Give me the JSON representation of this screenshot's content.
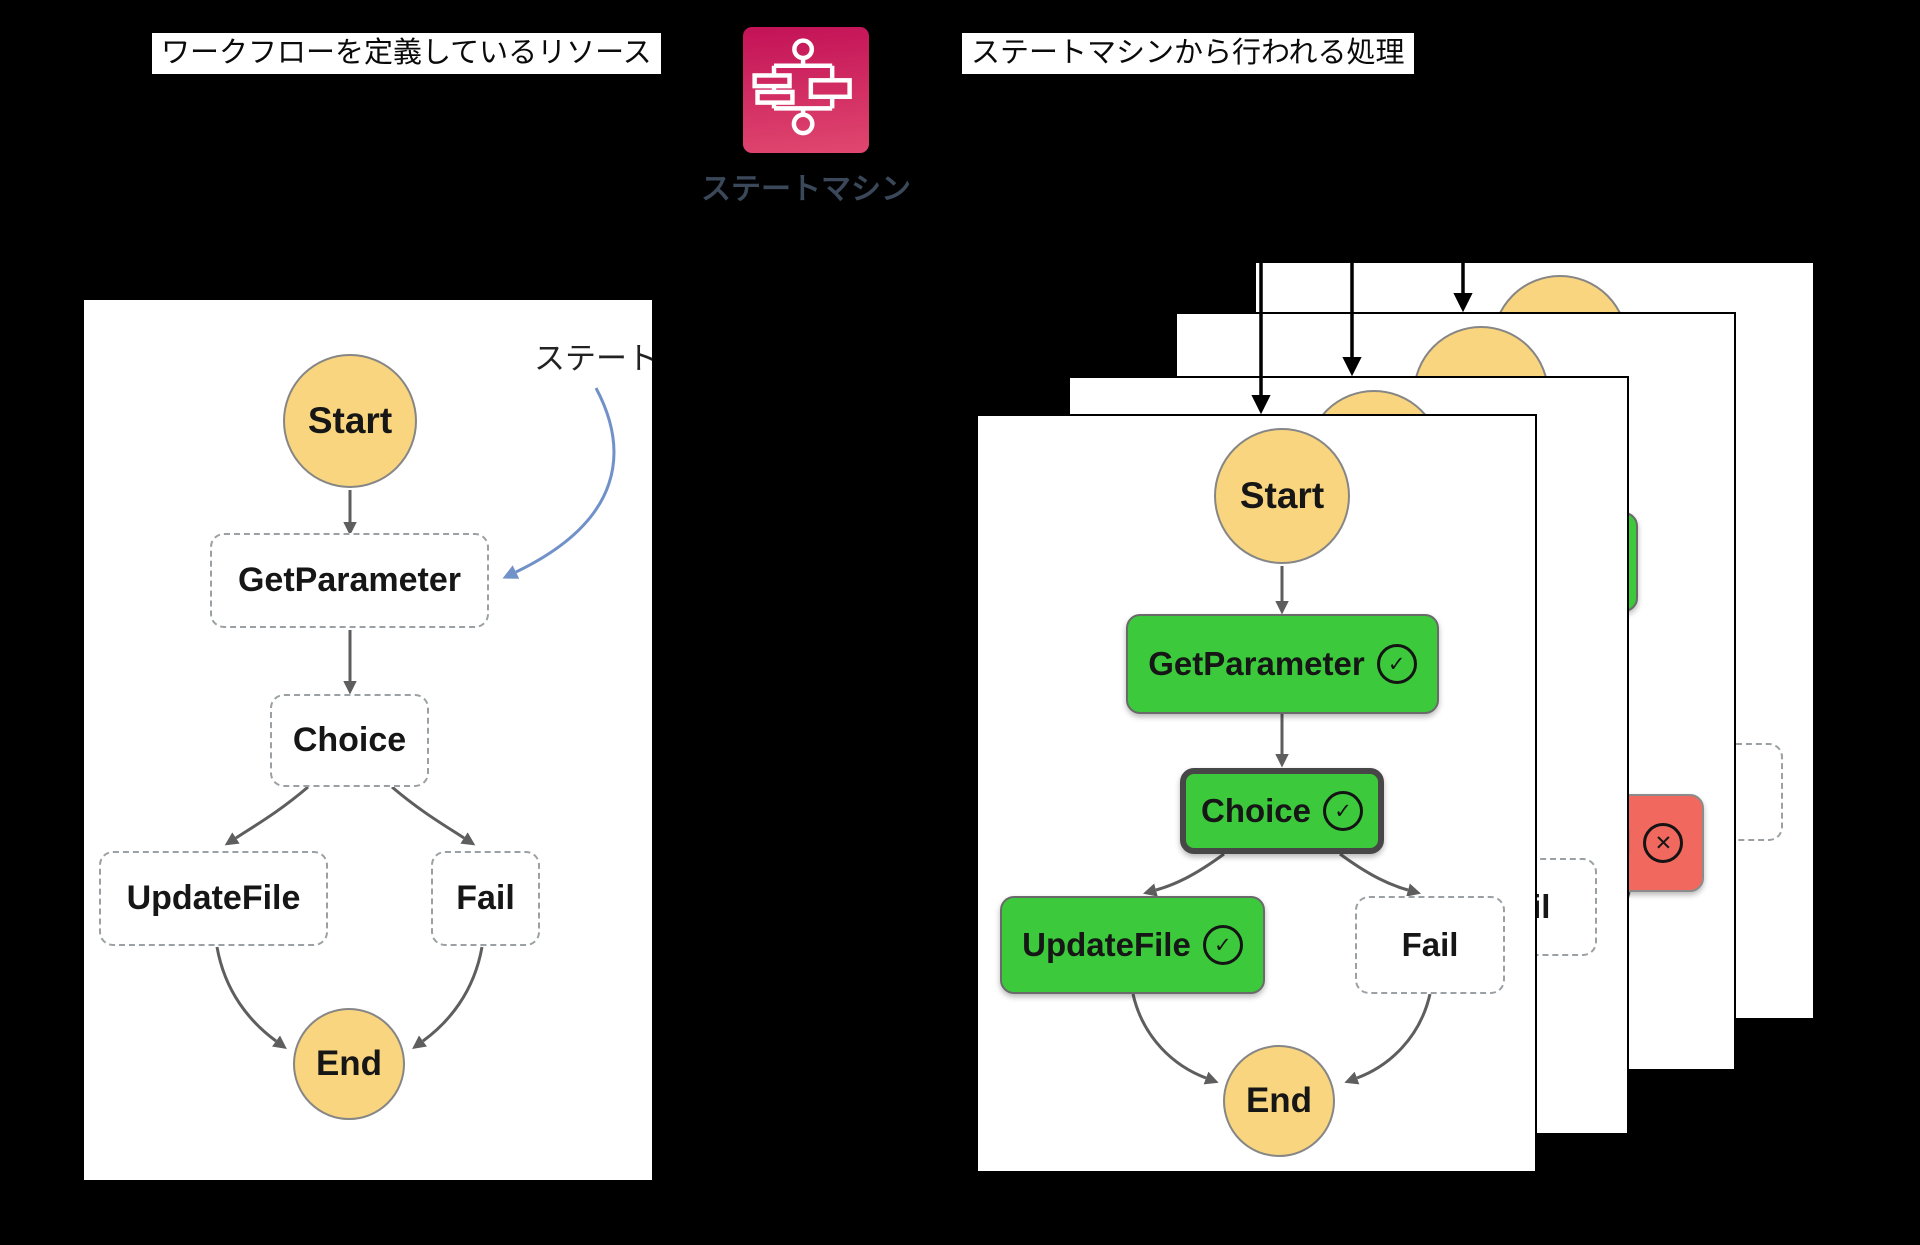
{
  "top": {
    "left_label": "ワークフローを定義しているリソース",
    "right_label": "ステートマシンから行われる処理",
    "icon_caption": "ステートマシン",
    "icon_name": "step-functions-icon"
  },
  "definition_panel": {
    "annotation": "ステート",
    "nodes": {
      "start": "Start",
      "getparameter": "GetParameter",
      "choice": "Choice",
      "updatefile": "UpdateFile",
      "fail": "Fail",
      "end": "End"
    }
  },
  "executions": {
    "nodes": {
      "start": "Start",
      "getparameter": "GetParameter",
      "choice": "Choice",
      "updatefile": "UpdateFile",
      "fail": "Fail",
      "end": "End"
    },
    "panels": [
      {
        "id": "execution-4",
        "states": {
          "getparameter": "success",
          "choice": "current",
          "updatefile": "success",
          "fail": "pending"
        }
      },
      {
        "id": "execution-3",
        "states": {
          "getparameter": "success",
          "choice": "current",
          "updatefile": "pending",
          "fail": "failed"
        }
      },
      {
        "id": "execution-2",
        "states": {
          "getparameter": "success",
          "choice": "current",
          "updatefile": "success",
          "fail": "pending"
        }
      },
      {
        "id": "execution-1",
        "states": {
          "getparameter": "success",
          "choice": "current",
          "updatefile": "success",
          "fail": "pending"
        }
      }
    ]
  },
  "icons": {
    "check": "✓",
    "cross": "✕"
  },
  "colors": {
    "background": "#000000",
    "panel_bg": "#FFFFFF",
    "yellow": "#F8D57E",
    "green": "#3CC93C",
    "red": "#F1695E",
    "blue_arrow": "#7191C9",
    "gray_arrow": "#5E5E5E",
    "icon_gradient_start": "#C31257",
    "icon_gradient_end": "#E0476F",
    "caption_color": "#3A485A"
  }
}
